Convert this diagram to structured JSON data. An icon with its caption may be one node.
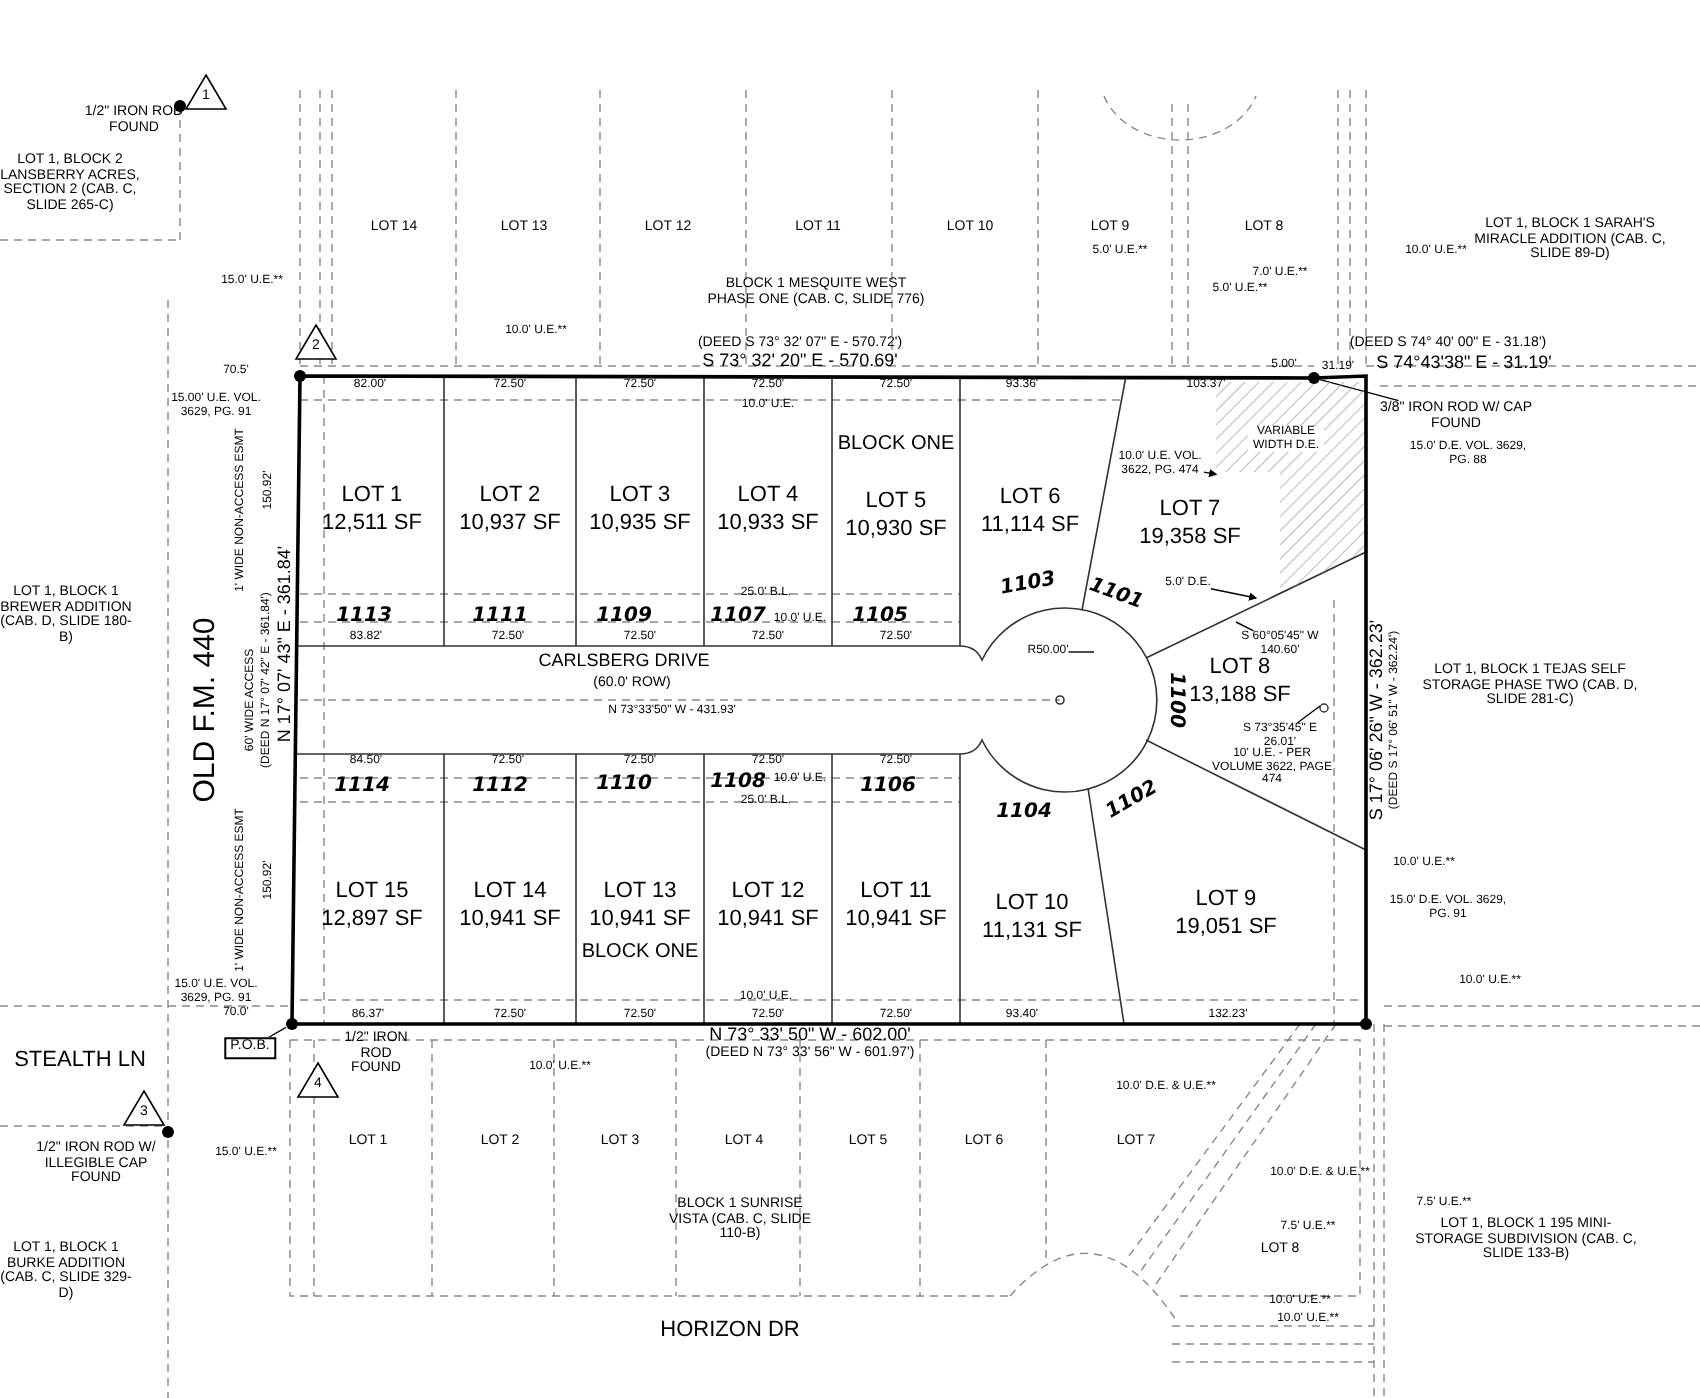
{
  "diagram": {
    "nodes": [
      {
        "text": [
          "LOT 1",
          "12,511 SF"
        ]
      },
      {
        "text": [
          "LOT 2",
          "10,937 SF"
        ]
      },
      {
        "text": [
          "LOT 3",
          "10,935 SF"
        ]
      },
      {
        "text": [
          "LOT 4",
          "10,933 SF"
        ]
      },
      {
        "text": [
          "LOT 5",
          "10,930 SF"
        ]
      },
      {
        "text": [
          "LOT 6",
          "11,114 SF"
        ]
      },
      {
        "text": [
          "LOT 7",
          "19,358 SF"
        ]
      },
      {
        "text": [
          "LOT 8",
          "13,188 SF"
        ]
      },
      {
        "text": [
          "LOT 9",
          "19,051 SF"
        ]
      },
      {
        "text": [
          "LOT 10",
          "11,131 SF"
        ]
      },
      {
        "text": [
          "LOT 11",
          "10,941 SF"
        ]
      },
      {
        "text": [
          "LOT 12",
          "10,941 SF"
        ]
      },
      {
        "text": [
          "LOT 13",
          "10,941 SF"
        ]
      },
      {
        "text": [
          "LOT 14",
          "10,941 SF"
        ]
      },
      {
        "text": [
          "LOT 15",
          "12,897 SF"
        ]
      },
      {
        "text": [
          "1"
        ]
      },
      {
        "text": [
          "2"
        ]
      },
      {
        "text": [
          "3"
        ]
      },
      {
        "text": [
          "4"
        ]
      },
      {
        "text": [
          "P.O.B."
        ]
      },
      {
        "text": [
          "R50.00'"
        ]
      },
      {
        "text": [
          "3/8\" IRON ROD W/ CAP FOUND"
        ]
      },
      {
        "text": [
          "10.0' U.E. VOL. 3622, PG. 474"
        ]
      },
      {
        "text": [
          "5.0' D.E."
        ]
      },
      {
        "text": [
          "S 60°05'45\" W 140.60'"
        ]
      },
      {
        "text": [
          "S 73°35'45\" E 26.01'"
        ]
      },
      {
        "text": [
          "VARIABLE WIDTH D.E."
        ]
      },
      {
        "text": [],
        "shape": "circle"
      },
      {
        "text": [],
        "shape": "circle"
      }
    ],
    "edges": [
      {
        "from": 19,
        "to": 27,
        "arrow": "none"
      },
      {
        "from": 20,
        "to": null,
        "arrow": "none"
      },
      {
        "from": 21,
        "to": 28,
        "arrow": "none"
      },
      {
        "from": 22,
        "to": 26,
        "arrow": "to"
      },
      {
        "from": 23,
        "to": null,
        "arrow": "to"
      },
      {
        "from": 24,
        "to": null,
        "arrow": "none"
      },
      {
        "from": 25,
        "to": null,
        "arrow": "none"
      }
    ],
    "labels": [
      "1/2\" IRON ROD FOUND",
      "LOT 1, BLOCK 2 LANSBERRY ACRES, SECTION 2 (CAB. C, SLIDE 265-C)",
      "LOT 14",
      "LOT 13",
      "LOT 12",
      "LOT 11",
      "LOT 10",
      "LOT 9",
      "LOT 8",
      "LOT 1, BLOCK 1 SARAH'S MIRACLE ADDITION (CAB. C, SLIDE 89-D)",
      "15.0' U.E.**",
      "5.0' U.E.**",
      "7.0' U.E.**",
      "5.0' U.E.**",
      "10.0' U.E.**",
      "BLOCK 1 MESQUITE WEST PHASE ONE (CAB. C, SLIDE 776)",
      "10.0' U.E.**",
      "(DEED S 73° 32' 07\" E - 570.72')",
      "S 73° 32' 20\" E - 570.69'",
      "(DEED S 74° 40' 00\" E - 31.18')",
      "S 74°43'38\" E - 31.19'",
      "70.5'",
      "82.00'",
      "72.50'",
      "72.50'",
      "72.50'",
      "72.50'",
      "93.36'",
      "103.37'",
      "5.00'",
      "31.19'",
      "15.00' U.E. VOL. 3629, PG. 91",
      "10.0' U.E.",
      "BLOCK ONE",
      "15.0' D.E. VOL. 3629, PG. 88",
      "1' WIDE NON-ACCESS ESMT",
      "150.92'",
      "LOT 1, BLOCK 1 BREWER ADDITION (CAB. D, SLIDE 180-B)",
      "OLD F.M. 440",
      "60' WIDE ACCESS",
      "(DEED N 17° 07' 42\" E - 361.84')",
      "N 17° 07' 43\" E - 361.84'",
      "25.0' B.L.",
      "10.0' U.E.",
      "1113",
      "1111",
      "1109",
      "1107",
      "1105",
      "1103",
      "1101",
      "83.82'",
      "72.50'",
      "72.50'",
      "72.50'",
      "72.50'",
      "CARLSBERG DRIVE",
      "(60.0' ROW)",
      "N 73°33'50\" W - 431.93'",
      "84.50'",
      "72.50'",
      "72.50'",
      "72.50'",
      "72.50'",
      "1114",
      "1112",
      "1110",
      "1108",
      "1106",
      "1104",
      "1102",
      "1100",
      "10.0' U.E.",
      "25.0' B.L.",
      "BLOCK ONE",
      "1' WIDE NON-ACCESS ESMT",
      "150.92'",
      "10.0' U.E.",
      "15.0' U.E. VOL. 3629, PG. 91",
      "70.0'",
      "86.37'",
      "72.50'",
      "72.50'",
      "72.50'",
      "72.50'",
      "93.40'",
      "132.23'",
      "10' U.E. - PER VOLUME 3622, PAGE 474",
      "15.0' D.E. VOL. 3629, PG. 91",
      "10.0' U.E.**",
      "LOT 1, BLOCK 1 TEJAS SELF STORAGE PHASE TWO (CAB. D, SLIDE 281-C)",
      "S 17° 06' 26\" W - 362.23'",
      "(DEED S 17° 06' 51\" W - 362.24')",
      "10.0' U.E.**",
      "STEALTH LN",
      "1/2\" IRON ROD FOUND",
      "N 73° 33' 50\" W - 602.00'",
      "(DEED N 73° 33' 56\" W - 601.97')",
      "10.0' U.E.**",
      "10.0' D.E. & U.E.**",
      "1/2\" IRON ROD W/ ILLEGIBLE CAP FOUND",
      "15.0' U.E.**",
      "LOT 1",
      "LOT 2",
      "LOT 3",
      "LOT 4",
      "LOT 5",
      "LOT 6",
      "LOT 7",
      "10.0' D.E. & U.E.**",
      "BLOCK 1 SUNRISE VISTA (CAB. C, SLIDE 110-B)",
      "7.5' U.E.**",
      "7.5' U.E.**",
      "LOT 1, BLOCK 1 195 MINI-STORAGE SUBDIVISION (CAB. C, SLIDE 133-B)",
      "LOT 8",
      "LOT 1, BLOCK 1 BURKE ADDITION (CAB. C, SLIDE 329-D)",
      "10.0' U.E.**",
      "10.0' U.E.**",
      "HORIZON DR"
    ]
  }
}
